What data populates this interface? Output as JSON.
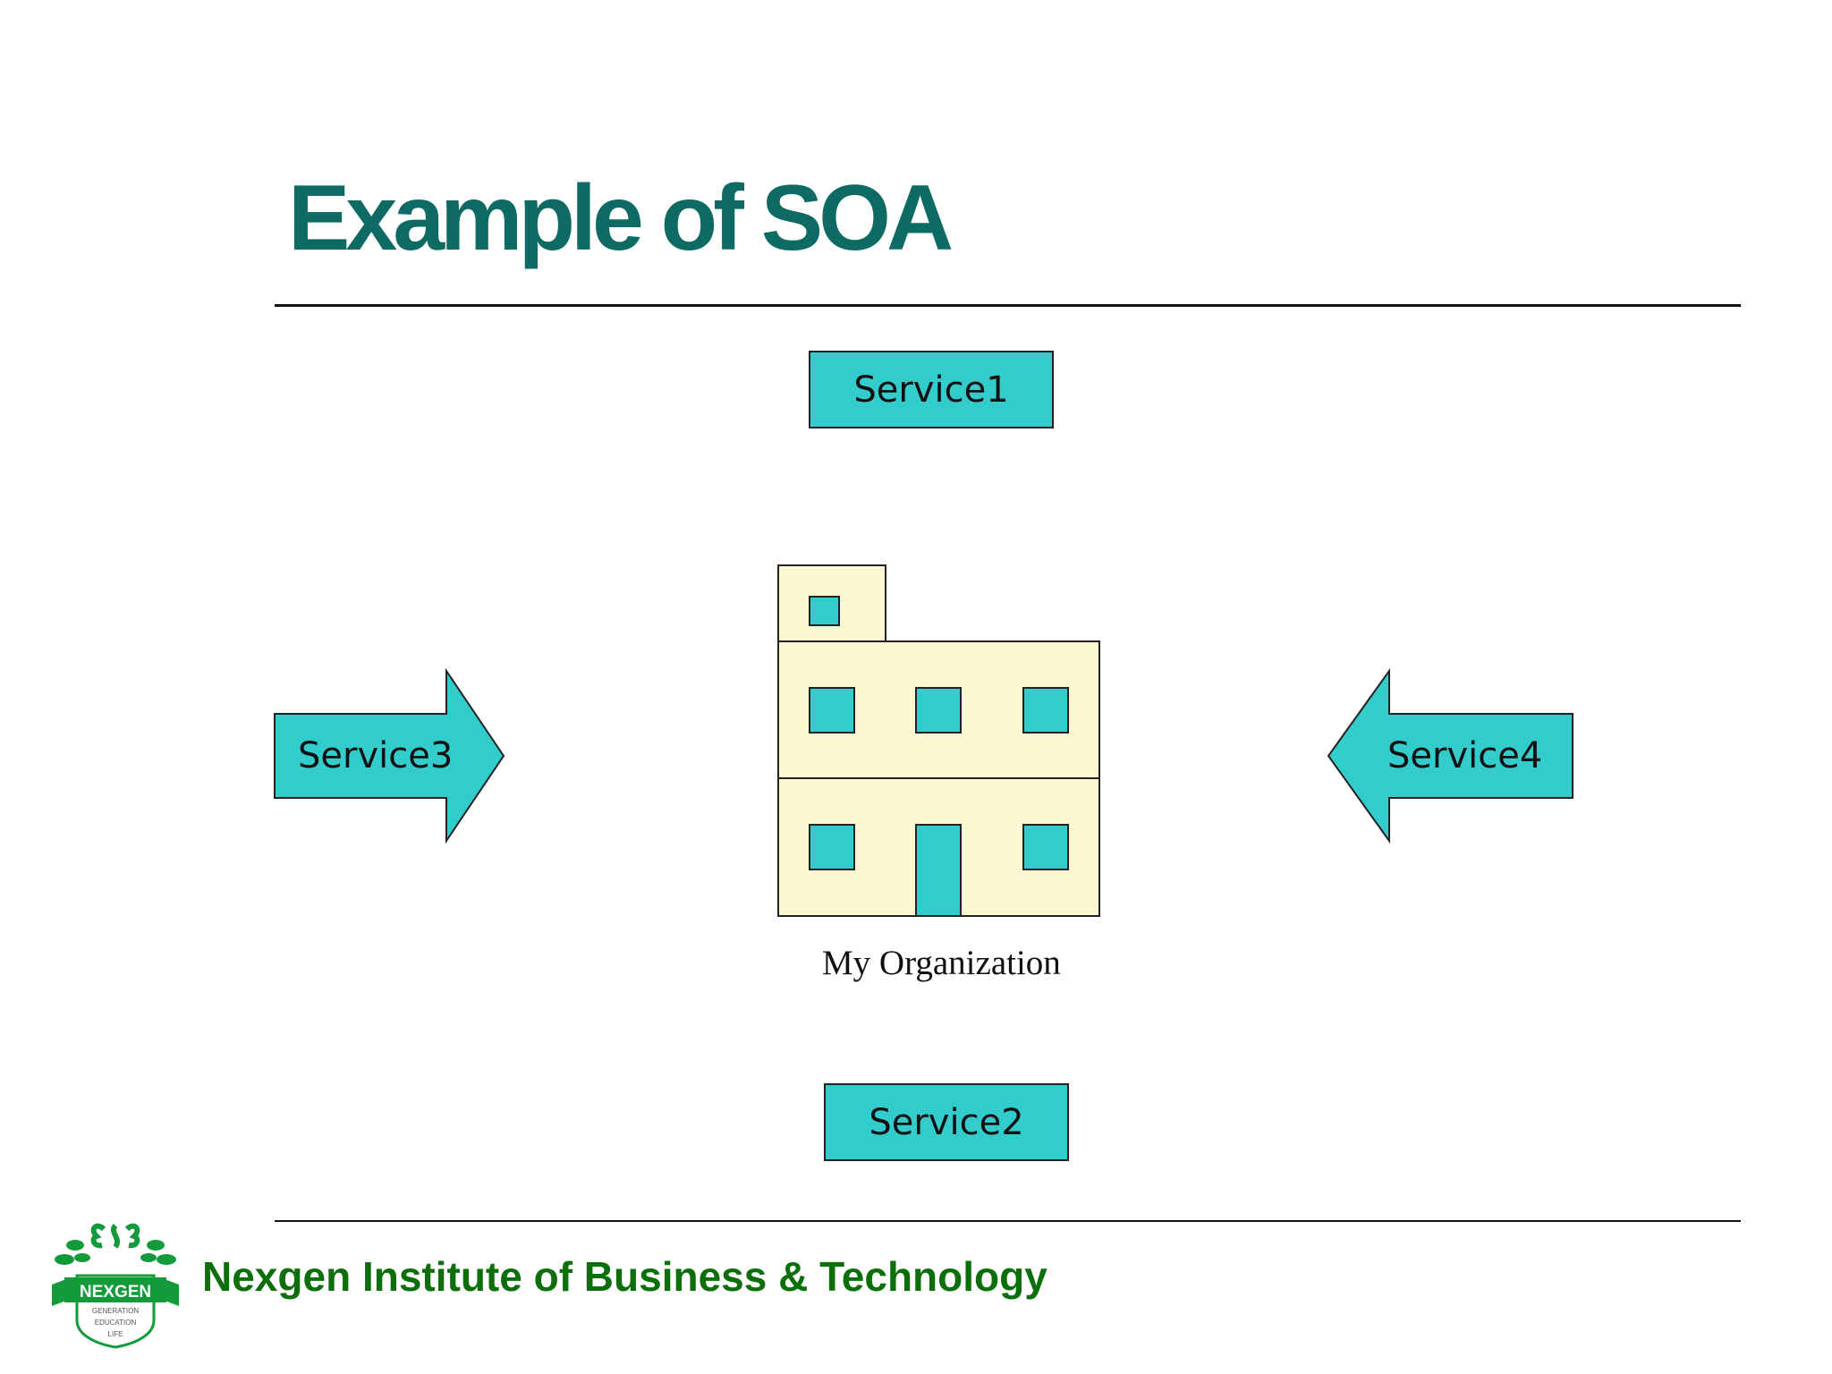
{
  "slide": {
    "title": "Example of SOA",
    "services": {
      "top": "Service1",
      "bottom": "Service2",
      "left_arrow": "Service3",
      "right_arrow": "Service4"
    },
    "organization_label": "My Organization",
    "footer": {
      "institute_name": "Nexgen Institute of Business & Technology",
      "logo_text": "NEXGEN",
      "logo_motto": [
        "GENERATION",
        "EDUCATION",
        "LIFE"
      ]
    }
  },
  "colors": {
    "title": "#0e6b63",
    "service_fill": "#33cccc",
    "building_fill": "#fbf8d3",
    "footer_text": "#0c6f0c"
  }
}
